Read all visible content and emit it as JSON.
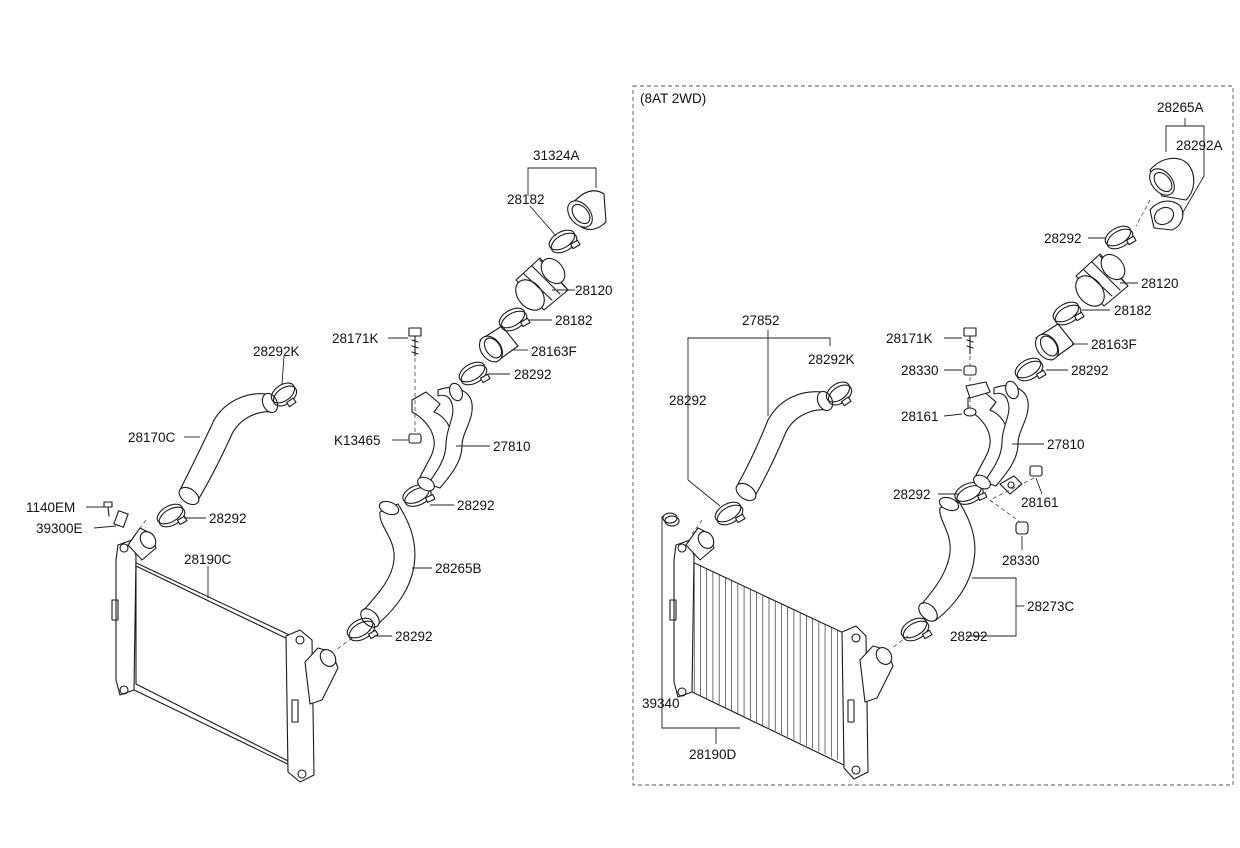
{
  "variant_box": {
    "label": "(8AT 2WD)"
  },
  "left_assembly": {
    "labels": {
      "l_31324A": "31324A",
      "l_28182_top": "28182",
      "l_28120": "28120",
      "l_28182_mid": "28182",
      "l_28171K": "28171K",
      "l_28163F": "28163F",
      "l_28292_a": "28292",
      "l_28292K": "28292K",
      "l_K13465": "K13465",
      "l_27810": "27810",
      "l_28170C": "28170C",
      "l_28292_b": "28292",
      "l_1140EM": "1140EM",
      "l_28292_c": "28292",
      "l_39300E": "39300E",
      "l_28190C": "28190C",
      "l_28265B": "28265B",
      "l_28292_d": "28292"
    }
  },
  "right_assembly": {
    "labels": {
      "r_28265A": "28265A",
      "r_28292A": "28292A",
      "r_28292_top": "28292",
      "r_28120": "28120",
      "r_28182": "28182",
      "r_27852": "27852",
      "r_28171K": "28171K",
      "r_28163F": "28163F",
      "r_28292K": "28292K",
      "r_28330_a": "28330",
      "r_28292_b": "28292",
      "r_28292_c": "28292",
      "r_28161_a": "28161",
      "r_27810": "27810",
      "r_28292_d": "28292",
      "r_28161_b": "28161",
      "r_28330_b": "28330",
      "r_28273C": "28273C",
      "r_28292_e": "28292",
      "r_39340": "39340",
      "r_28190D": "28190D"
    }
  }
}
